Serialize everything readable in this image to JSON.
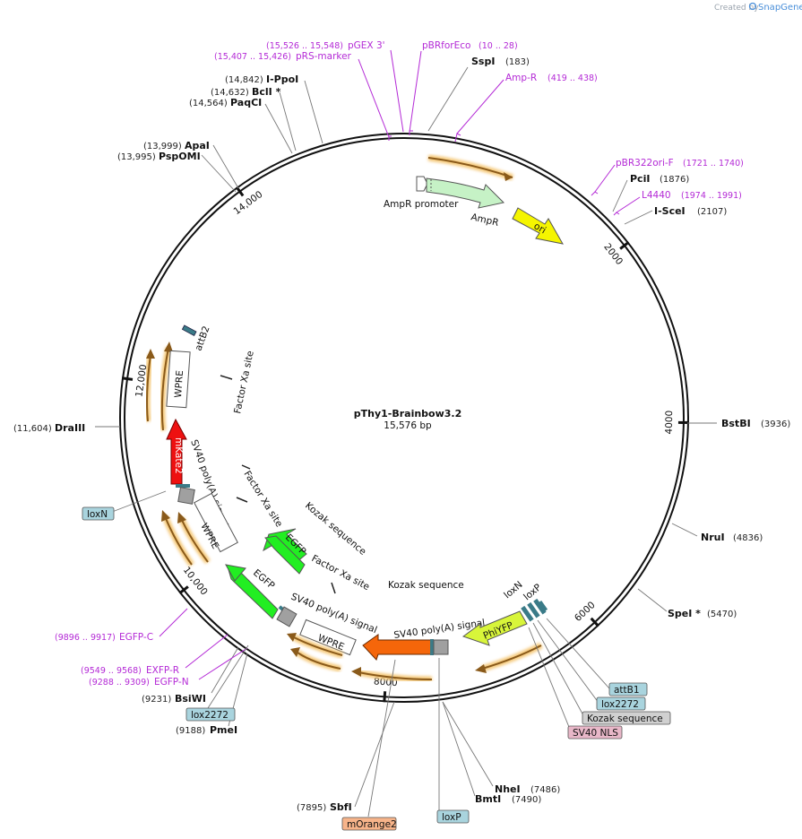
{
  "credit": {
    "prefix": "Created by",
    "brand": "SnapGene"
  },
  "plasmid": {
    "name": "pThy1-Brainbow3.2",
    "size": "15,576 bp"
  },
  "ticks": [
    {
      "label": "2000",
      "angle": 52
    },
    {
      "label": "4000",
      "angle": 91
    },
    {
      "label": "6000",
      "angle": 137
    },
    {
      "label": "8000",
      "angle": 184
    },
    {
      "label": "10,000",
      "angle": 232
    },
    {
      "label": "12,000",
      "angle": 278
    },
    {
      "label": "14,000",
      "angle": 324
    }
  ],
  "sites": [
    {
      "name": "SspI",
      "pos": "(183)",
      "angle": 11
    },
    {
      "name": "PciI",
      "pos": "(1876)",
      "angle": 45
    },
    {
      "name": "I-SceI",
      "pos": "(2107)",
      "angle": 51
    },
    {
      "name": "BstBI",
      "pos": "(3936)",
      "angle": 90
    },
    {
      "name": "NruI",
      "pos": "(4836)",
      "angle": 110
    },
    {
      "name": "SpeI *",
      "pos": "(5470)",
      "angle": 127
    },
    {
      "name": "NheI",
      "pos": "(7486)",
      "angle": 169
    },
    {
      "name": "BmtI",
      "pos": "(7490)",
      "angle": 169
    },
    {
      "name": "SbfI",
      "pos": "(7895)",
      "angle": 181
    },
    {
      "name": "PmeI",
      "pos": "(9188)",
      "angle": 214
    },
    {
      "name": "BsiWI",
      "pos": "(9231)",
      "angle": 216
    },
    {
      "name": "DraIII",
      "pos": "(11,604)",
      "angle": 269
    },
    {
      "name": "PspOMI",
      "pos": "(13,995)",
      "angle": 320
    },
    {
      "name": "ApaI",
      "pos": "(13,999)",
      "angle": 322
    },
    {
      "name": "PaqCI",
      "pos": "(14,564)",
      "angle": 336
    },
    {
      "name": "BclI *",
      "pos": "(14,632)",
      "angle": 338
    },
    {
      "name": "I-PpoI",
      "pos": "(14,842)",
      "angle": 343
    }
  ],
  "primers": [
    {
      "name": "pBRforEco",
      "pos": "(10 .. 28)"
    },
    {
      "name": "Amp-R",
      "pos": "(419 .. 438)"
    },
    {
      "name": "pBR322ori-F",
      "pos": "(1721 .. 1740)"
    },
    {
      "name": "L4440",
      "pos": "(1974 .. 1991)"
    },
    {
      "name": "pGEX 3'",
      "pos": "(15,526 .. 15,548)"
    },
    {
      "name": "pRS-marker",
      "pos": "(15,407 .. 15,426)"
    },
    {
      "name": "EGFP-C",
      "pos": "(9896 .. 9917)"
    },
    {
      "name": "EXFP-R",
      "pos": "(9549 .. 9568)"
    },
    {
      "name": "EGFP-N",
      "pos": "(9288 .. 9309)"
    }
  ],
  "features": {
    "ampr_promoter": "AmpR promoter",
    "ampr": "AmpR",
    "ori": "ori",
    "attb2": "attB2",
    "wpre_top": "WPRE",
    "factor_xa_1": "Factor Xa site",
    "mkate2": "mKate2",
    "sv40_left": "SV40 poly(A) signal",
    "factor_xa_2": "Factor Xa site",
    "wpre_left": "WPRE",
    "kozak_1": "Kozak sequence",
    "egfp_1": "EGFP",
    "factor_xa_3": "Factor Xa site",
    "egfp_2": "EGFP",
    "kozak_2": "Kozak sequence",
    "sv40_bottom": "SV40 poly(A) signal",
    "wpre_bottom": "WPRE",
    "sv40_right": "SV40 poly(A) signal",
    "phiyfp": "PhiYFP",
    "loxn_inner": "loxN",
    "loxp_inner": "loxP"
  },
  "boxes": [
    {
      "label": "loxN",
      "color": "#a9d4de"
    },
    {
      "label": "lox2272",
      "color": "#a9d4de"
    },
    {
      "label": "mOrange2",
      "color": "#f7b48a"
    },
    {
      "label": "loxP",
      "color": "#a9d4de"
    },
    {
      "label": "attB1",
      "color": "#a9d4de"
    },
    {
      "label": "lox2272",
      "color": "#a9d4de"
    },
    {
      "label": "Kozak sequence",
      "color": "#d0d0d0"
    },
    {
      "label": "SV40 NLS",
      "color": "#e8b7c8"
    }
  ],
  "colors": {
    "primer": "#b42ad6",
    "orf_arrow": "#8a5a1a",
    "orf_glow": "#f5c97a",
    "ampr": "#c6f2c6",
    "ori": "#f5f500",
    "egfp": "#22ee22",
    "mkate2": "#ee1111",
    "morange2": "#f5660a",
    "phiyfp": "#d8f53a"
  }
}
